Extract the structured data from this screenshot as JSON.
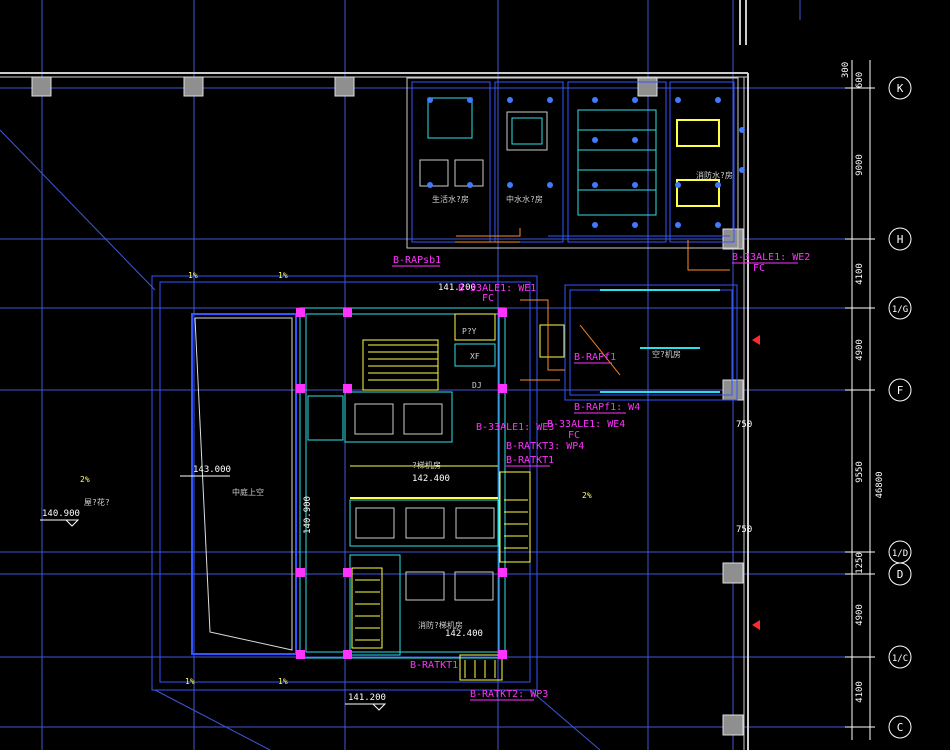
{
  "grid": {
    "rows": [
      {
        "label": "K",
        "dim": "300"
      },
      {
        "label": "H",
        "dim": "9000"
      },
      {
        "label": "1/G",
        "dim": "4100"
      },
      {
        "label": "F",
        "dim": "4900"
      },
      {
        "label": "1/D",
        "dim": "9550"
      },
      {
        "label": "D",
        "dim": "1250"
      },
      {
        "label": "1/C",
        "dim": "4900"
      },
      {
        "label": "C",
        "dim": "4100"
      }
    ],
    "top_dim_extra": "600",
    "total_dim": "46800"
  },
  "elevations": {
    "e1": "141.200",
    "e2": "143.000",
    "e3": "140.900",
    "e4": "142.400",
    "e5": "142.400",
    "e6": "141.200",
    "e7": "140.900",
    "e8": "750",
    "e9": "750"
  },
  "rooms": {
    "r1": "生活水?房",
    "r2": "中水水?房",
    "r3": "消防水?房",
    "r4": "空?机房",
    "r5": "?梯机房",
    "r6": "中庭上空",
    "r7": "屋?花?",
    "r8": "消防?梯机房",
    "r9": "P?Y",
    "r10": "XF",
    "r11": "DJ"
  },
  "tags": {
    "t1": "B-RAPsb1",
    "t2": "B-33ALE1: WE1",
    "t3": "FC",
    "t4": "B-33ALE1: WE2",
    "t5": "FC",
    "t6": "B-RAPf1",
    "t7": "B-RAPf1: W4",
    "t8": "B-33ALE1: WE4",
    "t9": "FC",
    "t10": "B-33ALE1: WE3",
    "t11": "B-RATKT3: WP4",
    "t12": "B-RATKT1",
    "t13": "B-RATKT2: WP3",
    "t14": "B-RATKT1"
  },
  "slopes": {
    "s1": "1%",
    "s2": "1%",
    "s3": "1%",
    "s4": "1%",
    "s5": "2%",
    "s6": "2%"
  },
  "colors": {
    "grid_line": "#3f56d6",
    "wall_blue": "#3355ff",
    "cyan": "#2ee0e6",
    "magenta": "#ff33ff",
    "yellow": "#ffff44",
    "orange": "#ff8a2a",
    "gray_column": "#9a9a9a",
    "white": "#ffffff"
  }
}
